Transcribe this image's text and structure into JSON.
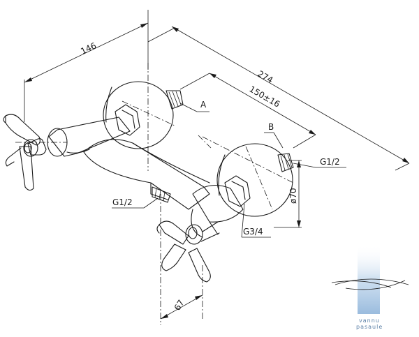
{
  "drawing": {
    "dimensions": {
      "overall_width": "274",
      "left_height": "146",
      "center_distance": "150±16",
      "flange_diameter": "ø70",
      "spout_offset": "67"
    },
    "callouts": {
      "label_a": "A",
      "label_b": "B",
      "thread_top_right": "G1/2",
      "thread_bottom_left": "G1/2",
      "thread_outlet": "G3/4"
    },
    "watermark": {
      "line1": "vannu",
      "line2": "pasaule",
      "color": "#5a7fa6"
    }
  }
}
